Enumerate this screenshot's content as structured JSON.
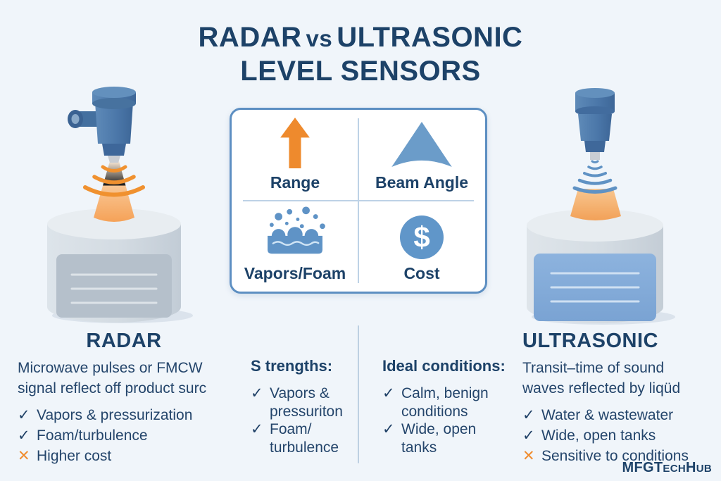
{
  "colors": {
    "navy": "#1d4268",
    "orange": "#ef8b2e",
    "steel_blue": "#6096c9",
    "background": "#f0f5fa",
    "box_border": "#5d8fc2"
  },
  "title": {
    "part1": "RADAR",
    "vs": "vs",
    "part2": "ULTRASONIC",
    "line2": "LEVEL SENSORS"
  },
  "glyphs": {
    "check": "✓",
    "cross": "✕",
    "dollar": "$"
  },
  "comparison_box": {
    "range_label": "Range",
    "beam_angle_label": "Beam Angle",
    "vapors_foam_label": "Vapors/Foam",
    "cost_label": "Cost"
  },
  "radar": {
    "heading": "RADAR",
    "description_line1": "Microwave pulses or FMCW",
    "description_line2": "signal reflect off product surc",
    "bullets": [
      {
        "mark": "check",
        "text": "Vapors & pressurization"
      },
      {
        "mark": "check",
        "text": "Foam/turbulence"
      },
      {
        "mark": "cross",
        "text": "Higher cost"
      }
    ]
  },
  "strengths": {
    "heading": "S trengths:",
    "bullets": [
      {
        "mark": "check",
        "line1": "Vapors &",
        "line2": "pressuriton"
      },
      {
        "mark": "check",
        "line1": "Foam/",
        "line2": "turbulence"
      }
    ]
  },
  "ideal_conditions": {
    "heading": "Ideal conditions:",
    "bullets": [
      {
        "mark": "check",
        "line1": "Calm, benign",
        "line2": "conditions"
      },
      {
        "mark": "check",
        "line1": "Wide, open",
        "line2": "tanks"
      }
    ]
  },
  "ultrasonic": {
    "heading": "ULTRASONIC",
    "description_line1": "Transit–time of sound",
    "description_line2": "waves reflected by liqüd",
    "bullets": [
      {
        "mark": "check",
        "text": "Water & wastewater"
      },
      {
        "mark": "check",
        "text": "Wide, open tanks"
      },
      {
        "mark": "cross",
        "text": "Sensitive to conditions"
      }
    ]
  },
  "logo": {
    "part1": "MFGT",
    "part2": "ECH",
    "part3": "H",
    "part4": "UB"
  }
}
